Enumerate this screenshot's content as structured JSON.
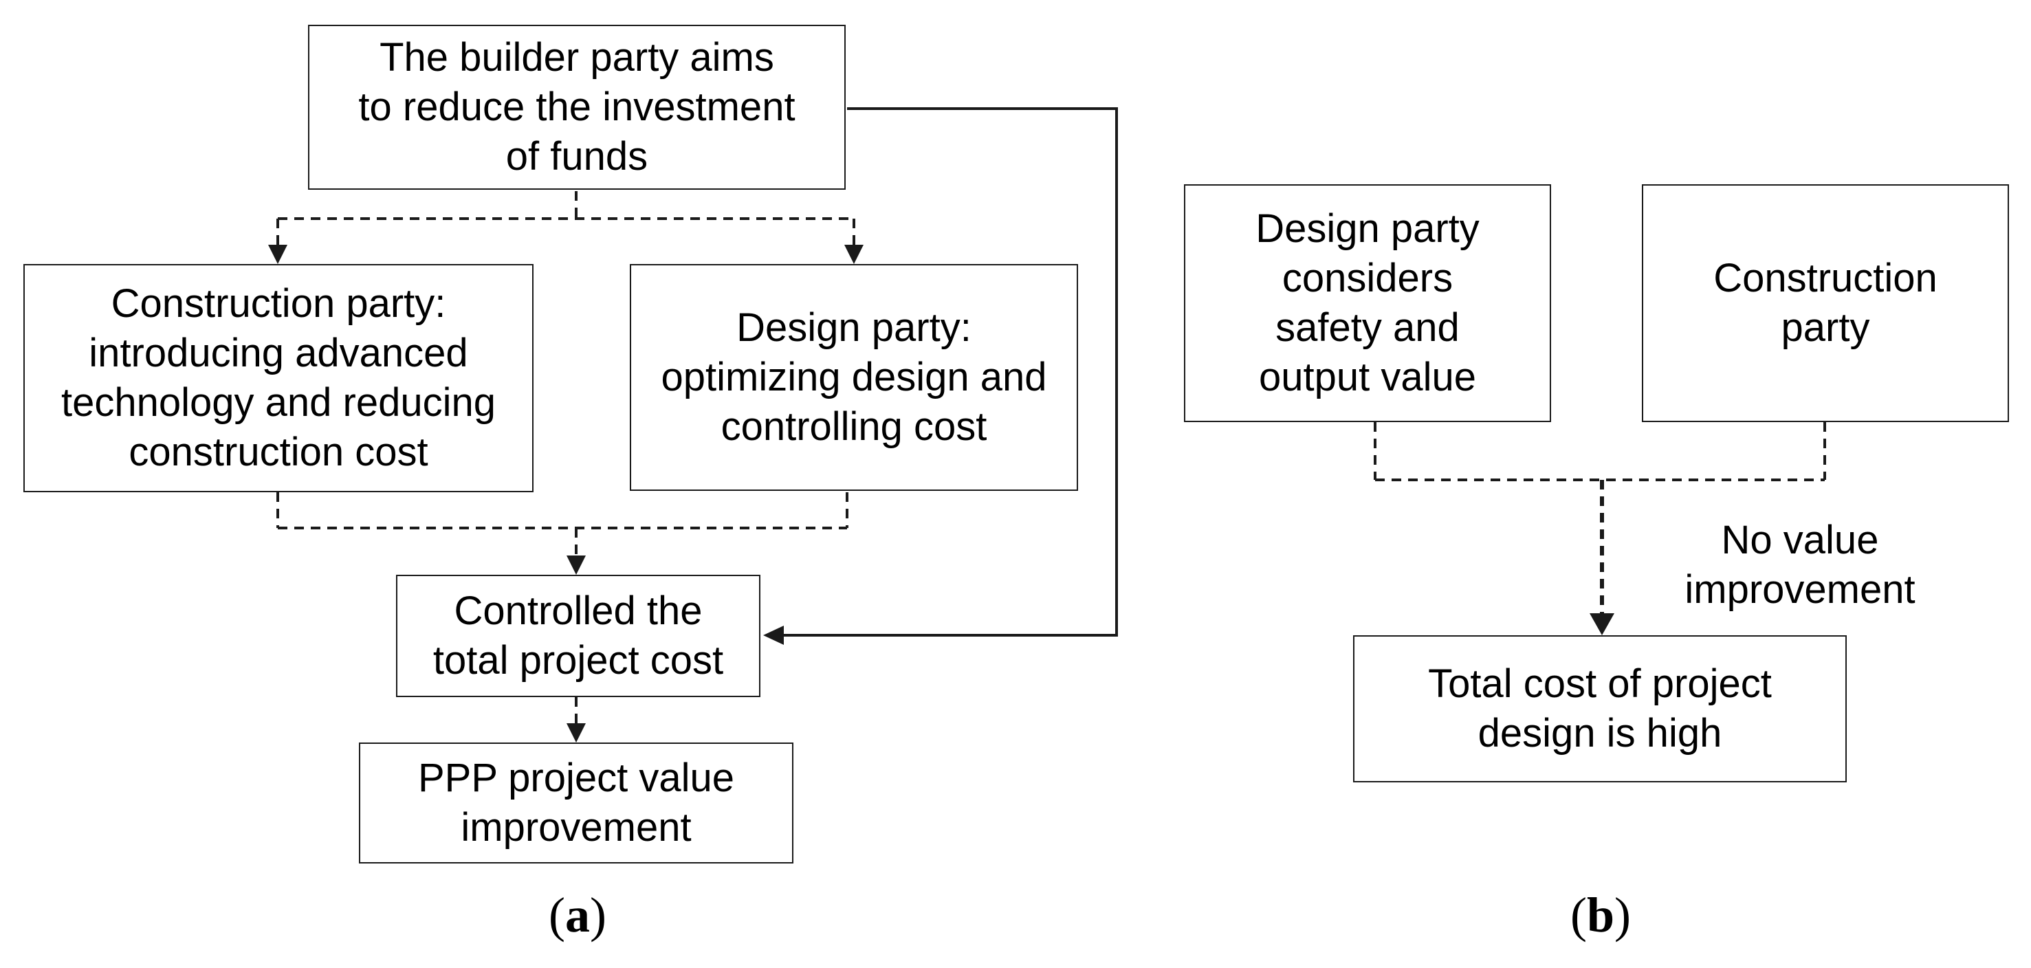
{
  "diagram_a": {
    "builder": [
      "The builder party aims",
      "to reduce the investment",
      "of funds"
    ],
    "construction": [
      "Construction party:",
      "introducing advanced",
      "technology and reducing",
      "construction cost"
    ],
    "design": [
      "Design party:",
      "optimizing design and",
      "controlling cost"
    ],
    "controlled": [
      "Controlled the",
      "total project cost"
    ],
    "ppp": [
      "PPP project value",
      "improvement"
    ],
    "caption_open": "(",
    "caption_letter": "a",
    "caption_close": ")"
  },
  "diagram_b": {
    "design": [
      "Design party",
      "considers",
      "safety and",
      "output value"
    ],
    "construction": [
      "Construction",
      "party"
    ],
    "note": [
      "No value",
      "improvement"
    ],
    "total": [
      "Total cost of project",
      "design is high"
    ],
    "caption_open": "(",
    "caption_letter": "b",
    "caption_close": ")"
  },
  "colors": {
    "line": "#1a1a1a",
    "text": "#000000",
    "background": "#ffffff"
  }
}
